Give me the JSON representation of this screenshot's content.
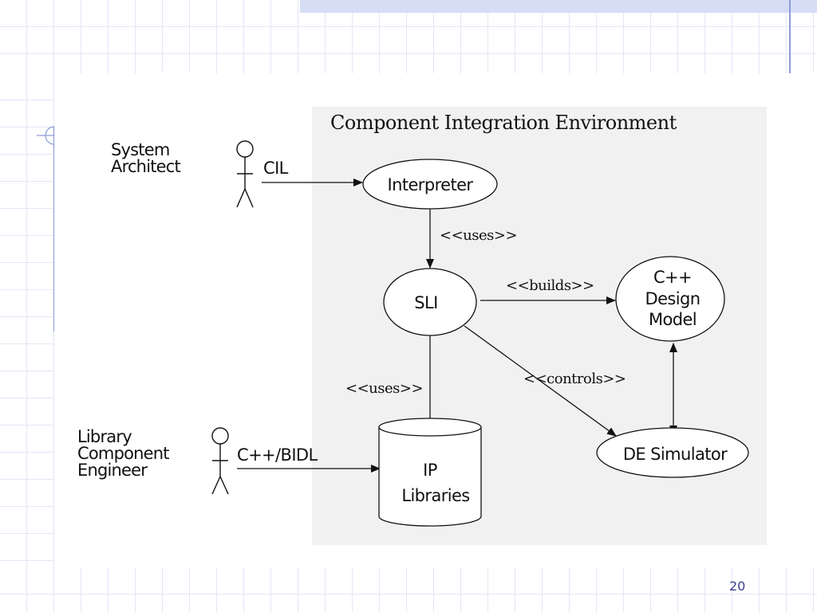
{
  "slide": {
    "page_number": "20",
    "colors": {
      "grid": "#e3e6f6",
      "accent": "#8c9bd6",
      "band": "#d6def6",
      "diagram_background": "#f1f1f1",
      "page_number": "#3a3f8c"
    }
  },
  "diagram": {
    "title": "Component Integration Environment",
    "actors": [
      {
        "id": "system-architect",
        "label": "System\nArchitect",
        "interface": "CIL"
      },
      {
        "id": "library-component-engineer",
        "label": "Library\nComponent\nEngineer",
        "interface": "C++/BIDL"
      }
    ],
    "nodes": {
      "interpreter": "Interpreter",
      "sli": "SLI",
      "cpp_design_model": [
        "C++",
        "Design",
        "Model"
      ],
      "ip_libraries": [
        "IP",
        "Libraries"
      ],
      "de_simulator": "DE Simulator"
    },
    "edges": {
      "interpreter_sli": "<<uses>>",
      "sli_design_model": "<<builds>>",
      "sli_ip_libraries": "<<uses>>",
      "sli_de_simulator": "<<controls>>"
    }
  }
}
